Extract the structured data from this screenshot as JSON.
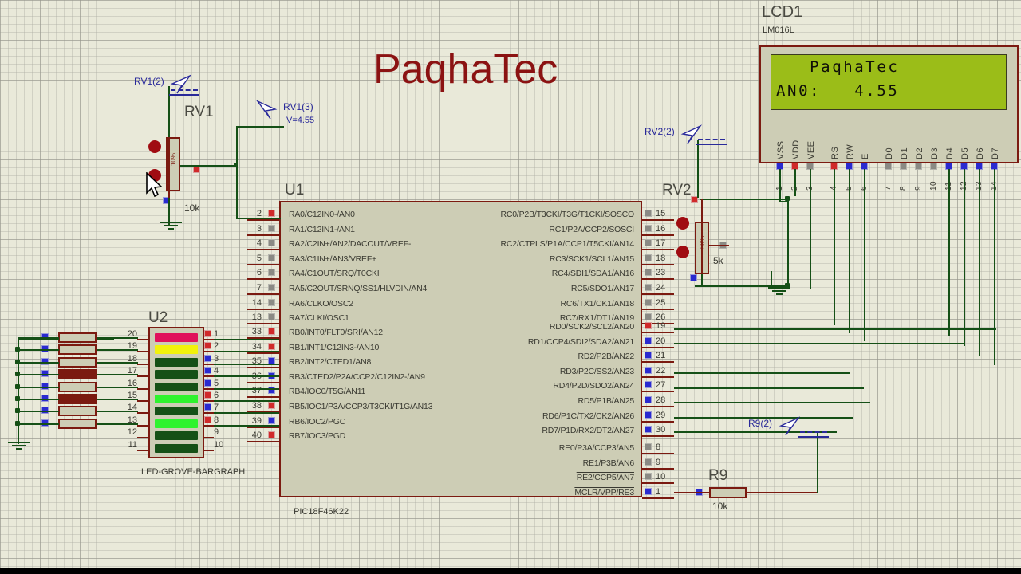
{
  "canvas": {
    "title": "PaqhaTec"
  },
  "lcd": {
    "ref": "LCD1",
    "part": "LM016L",
    "line1": "   PaqhaTec",
    "line2": "AN0:   4.55",
    "pin_labels": [
      "VSS",
      "VDD",
      "VEE",
      "RS",
      "RW",
      "E",
      "D0",
      "D1",
      "D2",
      "D3",
      "D4",
      "D5",
      "D6",
      "D7"
    ],
    "pin_numbers": [
      "1",
      "2",
      "3",
      "4",
      "5",
      "6",
      "7",
      "8",
      "9",
      "10",
      "11",
      "12",
      "13",
      "14"
    ],
    "pin_colors": [
      "blue",
      "red",
      "gray",
      "red",
      "blue",
      "blue",
      "gray",
      "gray",
      "gray",
      "gray",
      "blue",
      "blue",
      "blue",
      "blue"
    ]
  },
  "u1": {
    "ref": "U1",
    "part": "PIC18F46K22",
    "porta": {
      "labels": [
        "RA0/C12IN0-/AN0",
        "RA1/C12IN1-/AN1",
        "RA2/C2IN+/AN2/DACOUT/VREF-",
        "RA3/C1IN+/AN3/VREF+",
        "RA4/C1OUT/SRQ/T0CKI",
        "RA5/C2OUT/SRNQ/SS1/HLVDIN/AN4",
        "RA6/CLKO/OSC2",
        "RA7/CLKI/OSC1"
      ],
      "pins": [
        "2",
        "3",
        "4",
        "5",
        "6",
        "7",
        "14",
        "13"
      ],
      "pin_colors": [
        "red",
        "gray",
        "gray",
        "gray",
        "gray",
        "gray",
        "gray",
        "gray"
      ]
    },
    "portb": {
      "labels": [
        "RB0/INT0/FLT0/SRI/AN12",
        "RB1/INT1/C12IN3-/AN10",
        "RB2/INT2/CTED1/AN8",
        "RB3/CTED2/P2A/CCP2/C12IN2-/AN9",
        "RB4/IOC0/T5G/AN11",
        "RB5/IOC1/P3A/CCP3/T3CKI/T1G/AN13",
        "RB6/IOC2/PGC",
        "RB7/IOC3/PGD"
      ],
      "pins": [
        "33",
        "34",
        "35",
        "36",
        "37",
        "38",
        "39",
        "40"
      ],
      "pin_colors": [
        "red",
        "red",
        "blue",
        "blue",
        "blue",
        "red",
        "blue",
        "red"
      ]
    },
    "portc": {
      "labels": [
        "RC0/P2B/T3CKI/T3G/T1CKI/SOSCO",
        "RC1/P2A/CCP2/SOSCI",
        "RC2/CTPLS/P1A/CCP1/T5CKI/AN14",
        "RC3/SCK1/SCL1/AN15",
        "RC4/SDI1/SDA1/AN16",
        "RC5/SDO1/AN17",
        "RC6/TX1/CK1/AN18",
        "RC7/RX1/DT1/AN19"
      ],
      "pins": [
        "15",
        "16",
        "17",
        "18",
        "23",
        "24",
        "25",
        "26"
      ],
      "pin_colors": [
        "gray",
        "gray",
        "gray",
        "gray",
        "gray",
        "gray",
        "gray",
        "gray"
      ]
    },
    "portd": {
      "labels": [
        "RD0/SCK2/SCL2/AN20",
        "RD1/CCP4/SDI2/SDA2/AN21",
        "RD2/P2B/AN22",
        "RD3/P2C/SS2/AN23",
        "RD4/P2D/SDO2/AN24",
        "RD5/P1B/AN25",
        "RD6/P1C/TX2/CK2/AN26",
        "RD7/P1D/RX2/DT2/AN27"
      ],
      "pins": [
        "19",
        "20",
        "21",
        "22",
        "27",
        "28",
        "29",
        "30"
      ],
      "pin_colors": [
        "red",
        "blue",
        "blue",
        "blue",
        "blue",
        "blue",
        "blue",
        "blue"
      ]
    },
    "porte": {
      "labels": [
        "RE0/P3A/CCP3/AN5",
        "RE1/P3B/AN6",
        "RE2/CCP5/AN7",
        "MCLR/VPP/RE3"
      ],
      "pins": [
        "8",
        "9",
        "10",
        "1"
      ],
      "pin_colors": [
        "gray",
        "gray",
        "gray",
        "blue"
      ]
    }
  },
  "u2": {
    "ref": "U2",
    "part": "LED-GROVE-BARGRAPH",
    "left_pins": [
      "20",
      "19",
      "18",
      "17",
      "16",
      "15",
      "14",
      "13",
      "12",
      "11"
    ],
    "right_pins": [
      "1",
      "2",
      "3",
      "4",
      "5",
      "6",
      "7",
      "8",
      "9",
      "10"
    ],
    "right_pin_colors": [
      "red",
      "red",
      "blue",
      "blue",
      "blue",
      "red",
      "blue",
      "red",
      "none",
      "none"
    ],
    "segment_colors": [
      "#e0115b",
      "#f2f20c",
      "#155016",
      "#155016",
      "#155016",
      "#2ef32e",
      "#155016",
      "#2ef32e",
      "#155016",
      "#155016"
    ]
  },
  "rv1": {
    "ref": "RV1",
    "value": "10k",
    "body_label": "10%"
  },
  "rv2": {
    "ref": "RV2",
    "value": "5k",
    "body_label": "50%"
  },
  "r9": {
    "ref": "R9",
    "value": "10k"
  },
  "probes": [
    {
      "name": "RV1(2)",
      "value": ""
    },
    {
      "name": "RV1(3)",
      "value": "V=4.55"
    },
    {
      "name": "RV2(2)",
      "value": ""
    },
    {
      "name": "R9(2)",
      "value": ""
    }
  ],
  "colors": {
    "wire_green": "#155016",
    "wire_red": "#7b1a10",
    "chip_fill": "#cdcdb5",
    "lcd_screen": "#9bbd18",
    "title_red": "#8b1212",
    "probe_blue": "#2a2a9a"
  }
}
